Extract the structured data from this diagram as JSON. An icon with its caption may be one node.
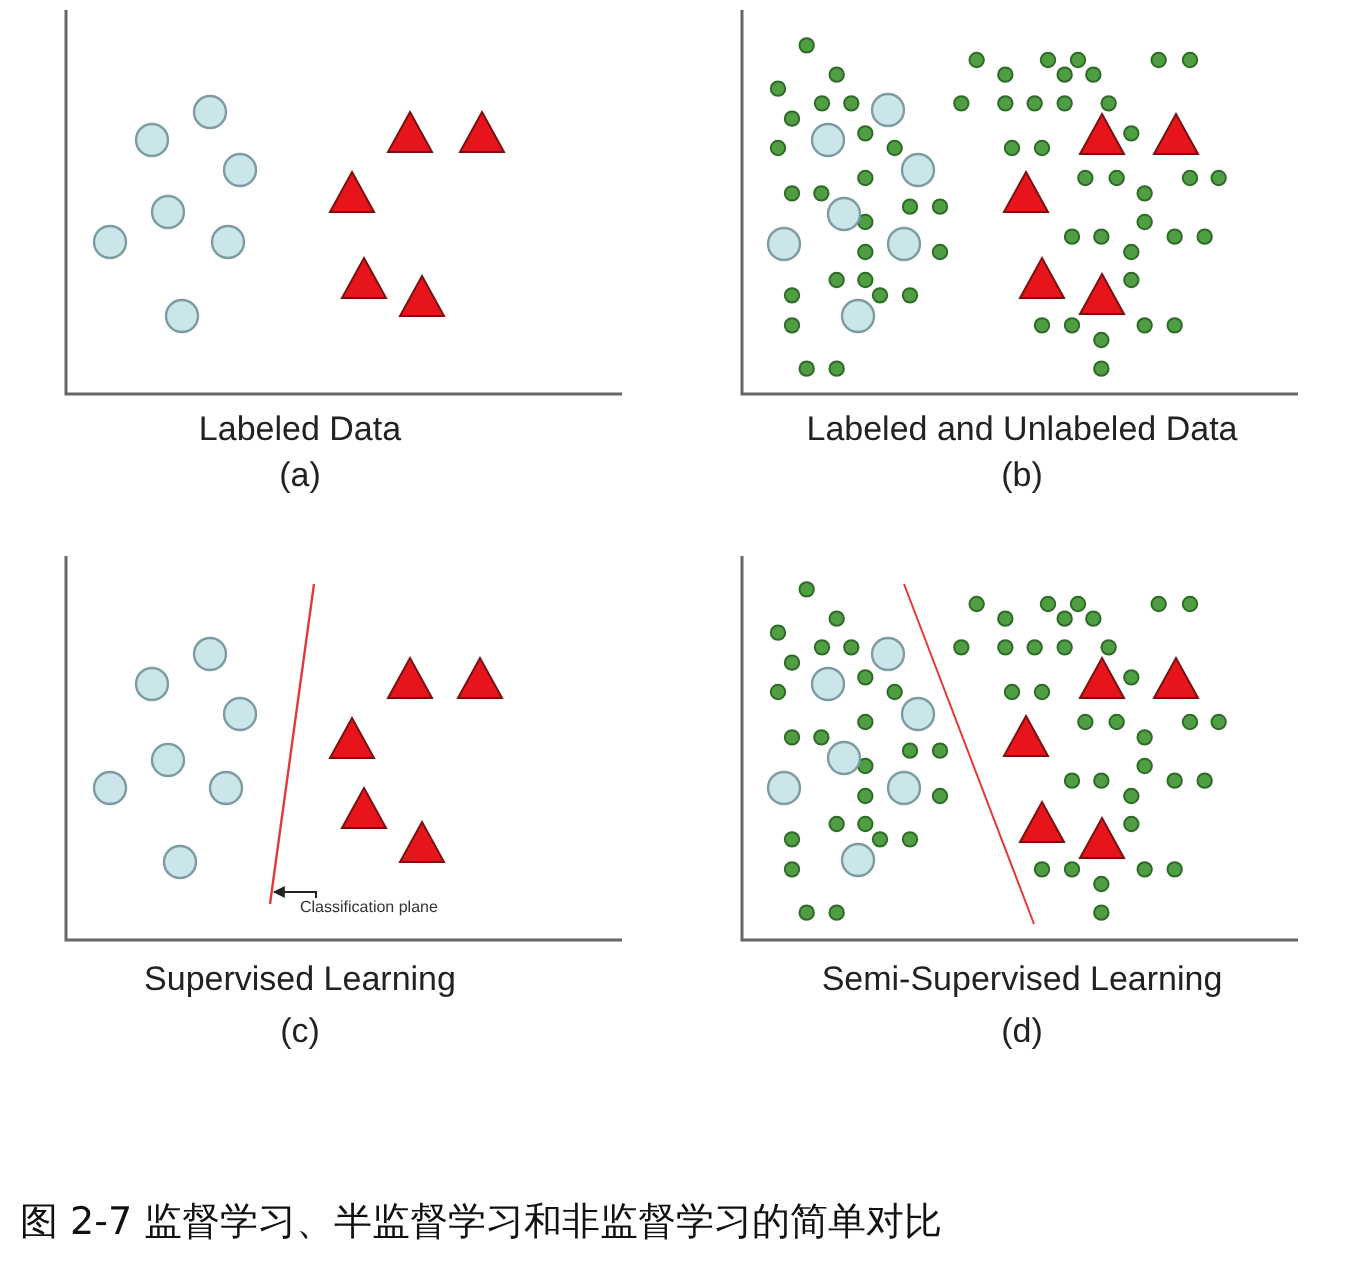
{
  "diagram": {
    "caption": "图 2-7 监督学习、半监督学习和非监督学习的简单对比",
    "nodes": [
      {
        "text": [
          "Classification plane"
        ]
      },
      {
        "text": [],
        "shape": "line"
      }
    ],
    "edges": [
      {
        "from": 0,
        "to": 1,
        "arrow": "to"
      }
    ],
    "labels": [
      "Labeled Data",
      "(a)",
      "Labeled and Unlabeled Data",
      "(b)",
      "Supervised Learning",
      "(c)",
      "Semi-Supervised Learning",
      "(d)"
    ]
  }
}
